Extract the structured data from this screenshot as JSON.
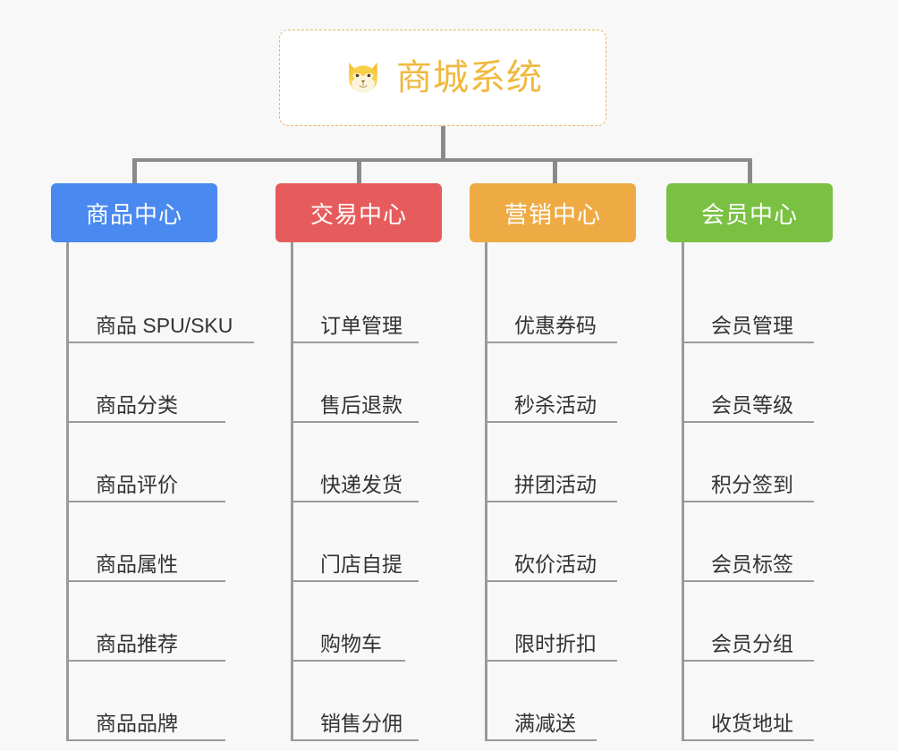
{
  "canvas": {
    "background": "#f8f8f8",
    "connector_color": "#8a8a8a"
  },
  "root": {
    "title": "商城系统",
    "icon": "shiba-dog-icon",
    "text_color": "#f0b93f",
    "border_color": "#e8b760",
    "background": "#ffffff"
  },
  "branches": [
    {
      "title": "商品中心",
      "color": "#4a89ef",
      "items": [
        "商品 SPU/SKU",
        "商品分类",
        "商品评价",
        "商品属性",
        "商品推荐",
        "商品品牌"
      ]
    },
    {
      "title": "交易中心",
      "color": "#e65c5c",
      "items": [
        "订单管理",
        "售后退款",
        "快递发货",
        "门店自提",
        "购物车",
        "销售分佣"
      ]
    },
    {
      "title": "营销中心",
      "color": "#eeab44",
      "items": [
        "优惠券码",
        "秒杀活动",
        "拼团活动",
        "砍价活动",
        "限时折扣",
        "满减送"
      ]
    },
    {
      "title": "会员中心",
      "color": "#7ac143",
      "items": [
        "会员管理",
        "会员等级",
        "积分签到",
        "会员标签",
        "会员分组",
        "收货地址"
      ]
    }
  ]
}
